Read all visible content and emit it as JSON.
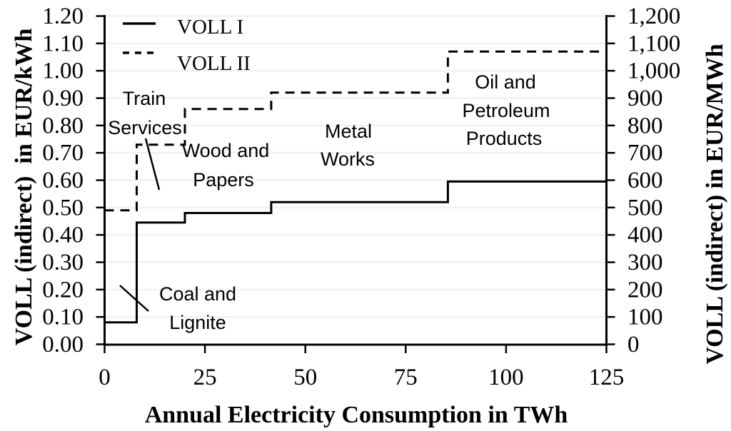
{
  "colors": {
    "line": "#000000",
    "grid": "#f1f1f1",
    "background": "#ffffff",
    "text": "#000000"
  },
  "chart_data": {
    "type": "line",
    "line_shape": "step-after",
    "xlabel": "Annual Electricity Consumption in TWh",
    "ylabel_left": "VOLL (indirect)  in EUR/kWh",
    "ylabel_right": "VOLL (indirect) in EUR/MWh",
    "xlim": [
      0,
      125
    ],
    "ylim_left": [
      0,
      1.2
    ],
    "ylim_right": [
      0,
      1200
    ],
    "x_ticks": [
      "0",
      "25",
      "50",
      "75",
      "100",
      "125"
    ],
    "y_ticks_left": [
      "1.20",
      "1.10",
      "1.00",
      "0.90",
      "0.80",
      "0.70",
      "0.60",
      "0.50",
      "0.40",
      "0.30",
      "0.20",
      "0.10",
      "0.00"
    ],
    "y_ticks_right": [
      "1,200",
      "1,100",
      "1,000",
      "900",
      "800",
      "700",
      "600",
      "500",
      "400",
      "300",
      "200",
      "100",
      "0"
    ],
    "grid": "horizontal",
    "legend": {
      "position": "top-left-inside",
      "entries": [
        {
          "label": "VOLL I",
          "style": "solid"
        },
        {
          "label": "VOLL II",
          "style": "dashed"
        }
      ]
    },
    "series": [
      {
        "name": "VOLL I",
        "style": "solid",
        "unit": "EUR/kWh",
        "x_breaks_twh": [
          0,
          8,
          20,
          41.5,
          85.5,
          125
        ],
        "levels_eur_per_kwh": [
          0.08,
          0.445,
          0.48,
          0.52,
          0.595
        ]
      },
      {
        "name": "VOLL II",
        "style": "dashed",
        "unit": "EUR/kWh",
        "x_breaks_twh": [
          0,
          8,
          20,
          41.5,
          85.5,
          125
        ],
        "levels_eur_per_kwh": [
          0.49,
          0.73,
          0.86,
          0.92,
          1.07
        ]
      }
    ],
    "annotations": [
      {
        "id": "train-services",
        "text": "Train Services",
        "lines": [
          "Train",
          "Services"
        ]
      },
      {
        "id": "wood-and-papers",
        "text": "Wood and Papers",
        "lines": [
          "Wood and",
          "Papers"
        ]
      },
      {
        "id": "metal-works",
        "text": "Metal Works",
        "lines": [
          "Metal",
          "Works"
        ]
      },
      {
        "id": "oil-and-petroleum-products",
        "text": "Oil and Petroleum Products",
        "lines": [
          "Oil and",
          "Petroleum",
          "Products"
        ]
      },
      {
        "id": "coal-and-lignite",
        "text": "Coal and Lignite",
        "lines": [
          "Coal and",
          "Lignite"
        ]
      }
    ]
  }
}
